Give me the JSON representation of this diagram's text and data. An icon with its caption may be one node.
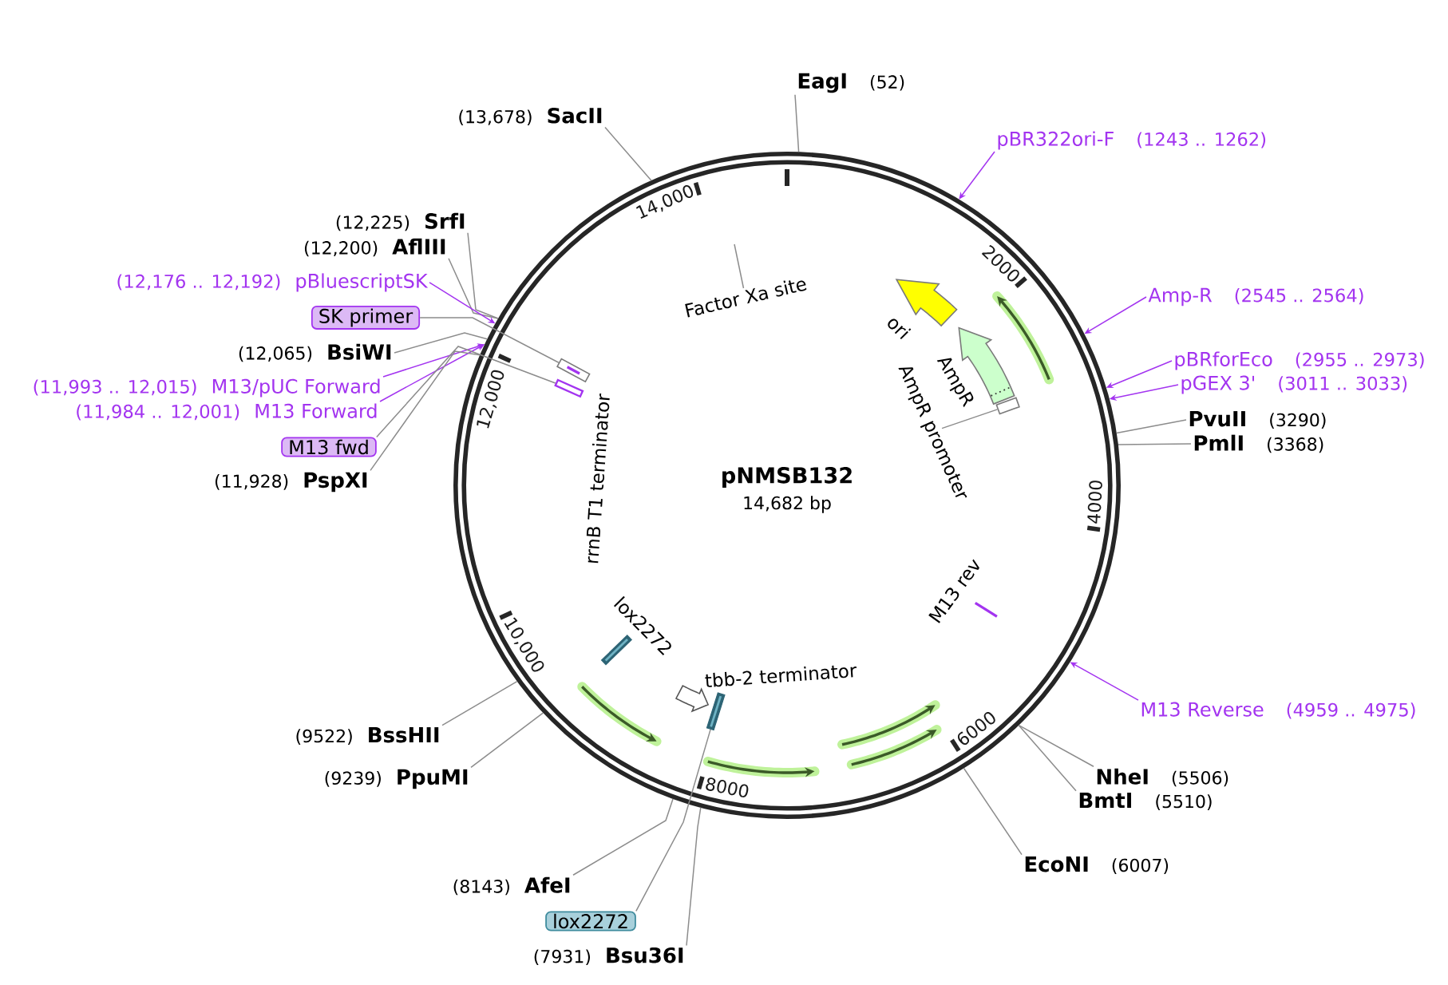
{
  "diagram": {
    "title": "pNMSB132",
    "nodes": [
      {
        "text": [],
        "shape": "circle"
      },
      {
        "text": [
          "EagI",
          "(52)"
        ]
      },
      {
        "text": [
          "(13,678)",
          "SacII"
        ]
      },
      {
        "text": [
          "pBR322ori-F",
          "(1243 .. 1262)"
        ]
      },
      {
        "text": [
          "(12,225)",
          "SrfI"
        ]
      },
      {
        "text": [
          "(12,200)",
          "AflIII"
        ]
      },
      {
        "text": [
          "(12,176 .. 12,192)",
          "pBluescriptSK"
        ]
      },
      {
        "text": [
          "Factor Xa site"
        ],
        "in": 0
      },
      {
        "text": [
          "Amp-R",
          "(2545 .. 2564)"
        ]
      },
      {
        "text": [
          "SK primer"
        ]
      },
      {
        "text": [
          "(12,065)",
          "BsiWI"
        ]
      },
      {
        "text": [
          "pBRforEco",
          "(2955 .. 2973)"
        ]
      },
      {
        "text": [
          "pGEX 3'",
          "(3011 .. 3033)"
        ]
      },
      {
        "text": [
          "(11,993 .. 12,015)",
          "M13/pUC Forward"
        ]
      },
      {
        "text": [
          "(11,984 .. 12,001)",
          "M13 Forward"
        ]
      },
      {
        "text": [
          "PvuII",
          "(3290)"
        ]
      },
      {
        "text": [
          "AmpR promoter"
        ],
        "in": 0
      },
      {
        "text": [
          "M13 fwd"
        ]
      },
      {
        "text": [
          "PmlI",
          "(3368)"
        ]
      },
      {
        "text": [
          "(11,928)",
          "PspXI"
        ]
      },
      {
        "text": [
          "M13 Reverse",
          "(4959 .. 4975)"
        ]
      },
      {
        "text": [
          "(9522)",
          "BssHII"
        ]
      },
      {
        "text": [
          "(9239)",
          "PpuMI"
        ]
      },
      {
        "text": [
          "NheI",
          "(5506)"
        ]
      },
      {
        "text": [
          "BmtI",
          "(5510)"
        ]
      },
      {
        "text": [
          "EcoNI",
          "(6007)"
        ]
      },
      {
        "text": [
          "(8143)",
          "AfeI"
        ]
      },
      {
        "text": [
          "lox2272"
        ]
      },
      {
        "text": [
          "(7931)",
          "Bsu36I"
        ]
      },
      {
        "text": [],
        "shape": "box",
        "in": 0
      },
      {
        "text": [],
        "shape": "bar",
        "in": 0
      },
      {
        "text": [],
        "shape": "box",
        "in": 0
      },
      {
        "text": [],
        "shape": "bar",
        "in": 0
      }
    ],
    "edges": [
      {
        "from": 1,
        "to": 0,
        "arrow": "none"
      },
      {
        "from": 2,
        "to": 0,
        "arrow": "none"
      },
      {
        "from": 3,
        "to": 0,
        "arrow": "to",
        "color": "#a334f0"
      },
      {
        "from": 4,
        "to": 0,
        "arrow": "none"
      },
      {
        "from": 5,
        "to": 0,
        "arrow": "none"
      },
      {
        "from": 6,
        "to": 0,
        "arrow": "to",
        "color": "#a334f0"
      },
      {
        "from": 7,
        "to": null,
        "arrow": "none"
      },
      {
        "from": 8,
        "to": 0,
        "arrow": "to",
        "color": "#a334f0"
      },
      {
        "from": 9,
        "to": 29,
        "arrow": "none"
      },
      {
        "from": 10,
        "to": 0,
        "arrow": "none"
      },
      {
        "from": 11,
        "to": 0,
        "arrow": "to",
        "color": "#a334f0"
      },
      {
        "from": 12,
        "to": 0,
        "arrow": "to",
        "color": "#a334f0"
      },
      {
        "from": 13,
        "to": 0,
        "arrow": "to",
        "color": "#a334f0"
      },
      {
        "from": 14,
        "to": 0,
        "arrow": "to",
        "color": "#a334f0"
      },
      {
        "from": 15,
        "to": 0,
        "arrow": "none"
      },
      {
        "from": 16,
        "to": 31,
        "arrow": "none"
      },
      {
        "from": 17,
        "to": 30,
        "arrow": "none"
      },
      {
        "from": 18,
        "to": 0,
        "arrow": "none"
      },
      {
        "from": 19,
        "to": 0,
        "arrow": "none"
      },
      {
        "from": 20,
        "to": 0,
        "arrow": "to",
        "color": "#a334f0"
      },
      {
        "from": 21,
        "to": 0,
        "arrow": "none"
      },
      {
        "from": 22,
        "to": 0,
        "arrow": "none"
      },
      {
        "from": 23,
        "to": 0,
        "arrow": "none"
      },
      {
        "from": 24,
        "to": 0,
        "arrow": "none"
      },
      {
        "from": 25,
        "to": 0,
        "arrow": "none"
      },
      {
        "from": 26,
        "to": 0,
        "arrow": "none"
      },
      {
        "from": 27,
        "to": 32,
        "arrow": "none"
      },
      {
        "from": 28,
        "to": 0,
        "arrow": "none"
      }
    ],
    "labels": [
      "14,000",
      "2000",
      "ori",
      "AmpR",
      "12,000",
      "rrnB T1 terminator",
      "4000",
      "14,682 bp",
      "M13 rev",
      "lox2272",
      "10,000",
      "tbb-2 terminator",
      "6000",
      "8000"
    ]
  }
}
